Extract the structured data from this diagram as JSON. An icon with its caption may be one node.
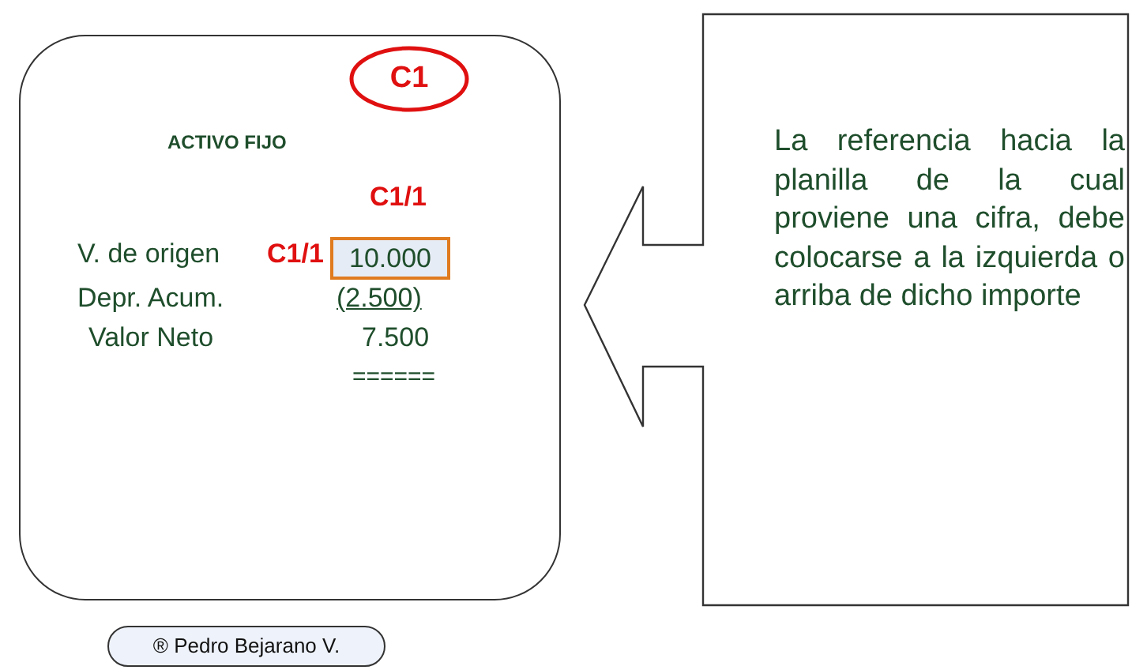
{
  "diagram": {
    "nodes": [
      {
        "text": [
          "ACTIVO FIJO"
        ]
      },
      {
        "text": [
          "C1"
        ],
        "in": 0
      },
      {
        "text": [
          "10.000"
        ],
        "in": 0
      },
      {
        "text": [
          "La referencia hacia la planilla de la cual proviene una cifra, debe colocarse a la izquierda o arriba de dicho importe"
        ]
      },
      {
        "text": [
          "® Pedro Bejarano V."
        ]
      }
    ],
    "labels": [
      "C1/1",
      "V. de origen",
      "C1/1",
      "Depr. Acum.",
      "(2.500)",
      "Valor Neto",
      "7.500",
      "======"
    ]
  }
}
